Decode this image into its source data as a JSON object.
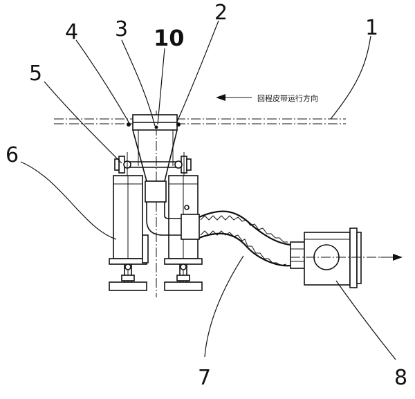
{
  "labels": {
    "l1": "1",
    "l2": "2",
    "l3": "3",
    "l4": "4",
    "l5": "5",
    "l6": "6",
    "l7": "7",
    "l8": "8",
    "l10": "10"
  },
  "annotation": "回程皮带运行方向"
}
